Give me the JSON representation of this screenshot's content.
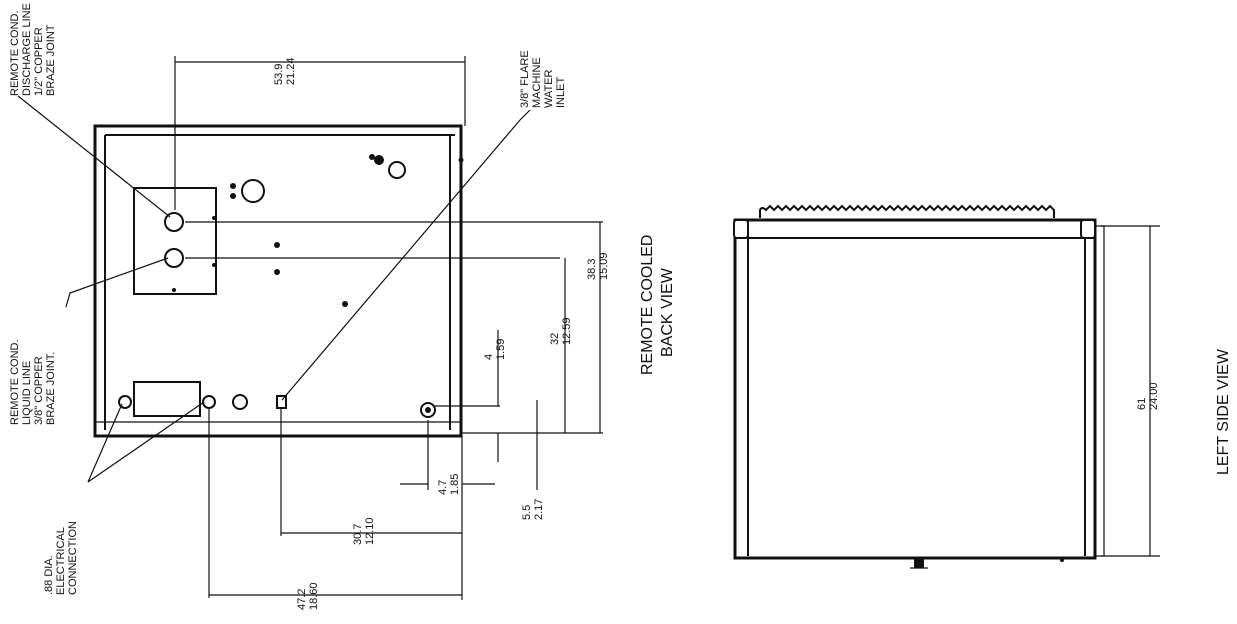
{
  "back_view": {
    "title_line1": "REMOTE COOLED",
    "title_line2": "BACK VIEW",
    "callouts": {
      "discharge": [
        "REMOTE COND.",
        "DISCHARGE LINE",
        "1/2\" COPPER",
        "BRAZE JOINT"
      ],
      "flare": [
        "3/8\" FLARE",
        "MACHINE",
        "WATER",
        "INLET"
      ],
      "liquid": [
        "REMOTE COND.",
        "LIQUID LINE",
        "3/8\" COPPER",
        "BRAZE JOINT."
      ],
      "electrical": [
        ".88 DIA.",
        "ELECTRICAL",
        "CONNECTION"
      ]
    },
    "dimensions": {
      "width_top": {
        "metric": "53.9",
        "imperial": "21.24"
      },
      "h_38_3": {
        "metric": "38.3",
        "imperial": "15.09"
      },
      "h_32": {
        "metric": "32",
        "imperial": "12.59"
      },
      "h_4": {
        "metric": "4",
        "imperial": "1.59"
      },
      "d_4_7": {
        "metric": "4.7",
        "imperial": "1.85"
      },
      "d_5_5": {
        "metric": "5.5",
        "imperial": "2.17"
      },
      "d_30_7": {
        "metric": "30.7",
        "imperial": "12.10"
      },
      "d_47_2": {
        "metric": "47.2",
        "imperial": "18.60"
      }
    }
  },
  "side_view": {
    "title": "LEFT SIDE VIEW",
    "depth": {
      "metric": "61",
      "imperial": "24.00"
    }
  }
}
